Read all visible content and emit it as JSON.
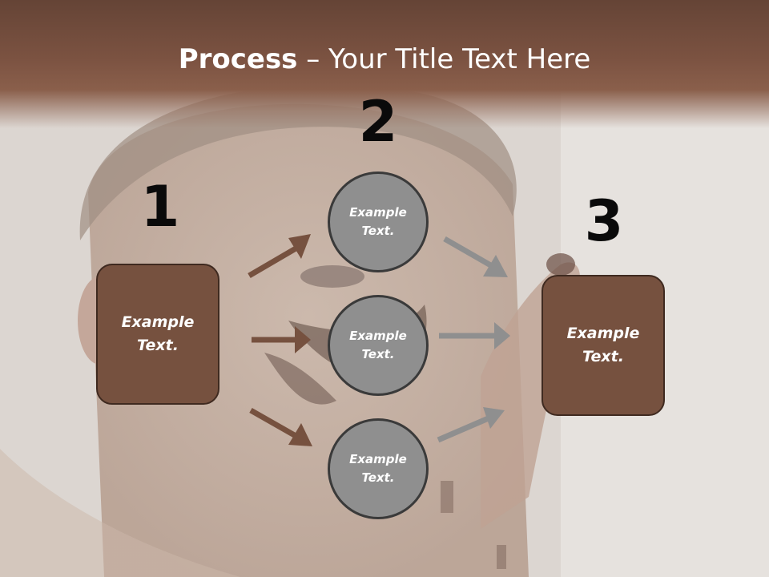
{
  "title": {
    "bold": "Process",
    "rest": " – Your Title Text Here"
  },
  "colors": {
    "brown": "#76513f",
    "grey": "#8f8f8f",
    "left_arrows": "#76513f",
    "right_arrows": "#8f8f8f"
  },
  "steps": [
    {
      "number": "1",
      "box_text": "Example Text."
    },
    {
      "number": "2",
      "circles": [
        "Example Text.",
        "Example Text.",
        "Example Text."
      ]
    },
    {
      "number": "3",
      "box_text": "Example Text."
    }
  ]
}
